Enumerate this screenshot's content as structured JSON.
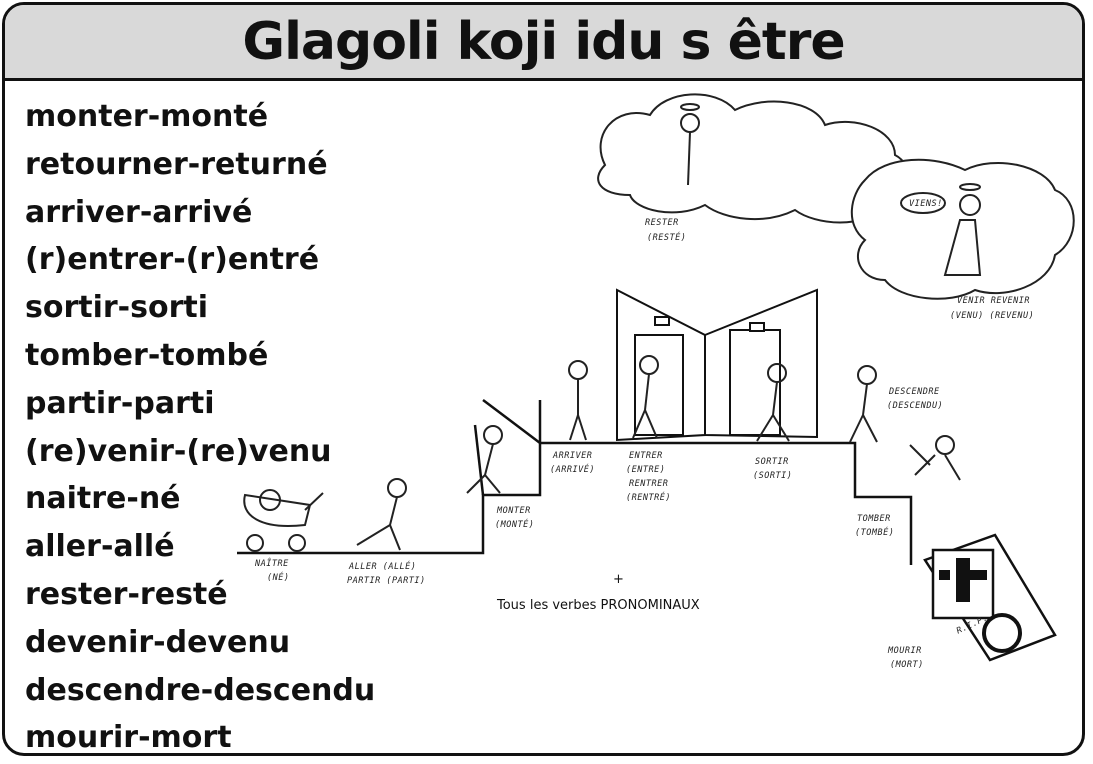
{
  "title": "Glagoli koji idu s être",
  "verbs": [
    "monter-monté",
    "retourner-returné",
    "arriver-arrivé",
    "(r)entrer-(r)entré",
    "sortir-sorti",
    "tomber-tombé",
    "partir-parti",
    "(re)venir-(re)venu",
    "naitre-né",
    "aller-allé",
    "rester-resté",
    "devenir-devenu",
    "descendre-descendu",
    "mourir-mort"
  ],
  "illustration": {
    "labels": {
      "rester": "RESTER",
      "rester_pp": "(RESTÉ)",
      "viens": "VIENS!",
      "venir": "VENIR REVENIR",
      "venir_pp": "(VENU) (REVENU)",
      "arriver": "ARRIVER",
      "arriver_pp": "(ARRIVÉ)",
      "entrer": "ENTRER",
      "entrer_pp": "(ENTRE)",
      "rentrer": "RENTRER",
      "rentrer_pp": "(RENTRÉ)",
      "sortir": "SORTIR",
      "sortir_pp": "(SORTI)",
      "descendre": "DESCENDRE",
      "descendre_pp": "(DESCENDU)",
      "monter": "MONTER",
      "monter_pp": "(MONTÉ)",
      "naitre": "NAÎTRE",
      "naitre_pp": "(NÉ)",
      "aller": "ALLER (ALLÉ)",
      "partir": "PARTIR (PARTI)",
      "tomber": "TOMBER",
      "tomber_pp": "(TOMBÉ)",
      "mourir": "MOURIR",
      "mourir_pp": "(MORT)",
      "rip": "R.I.P."
    },
    "plus_sign": "+",
    "caption": "Tous les verbes PRONOMINAUX"
  }
}
